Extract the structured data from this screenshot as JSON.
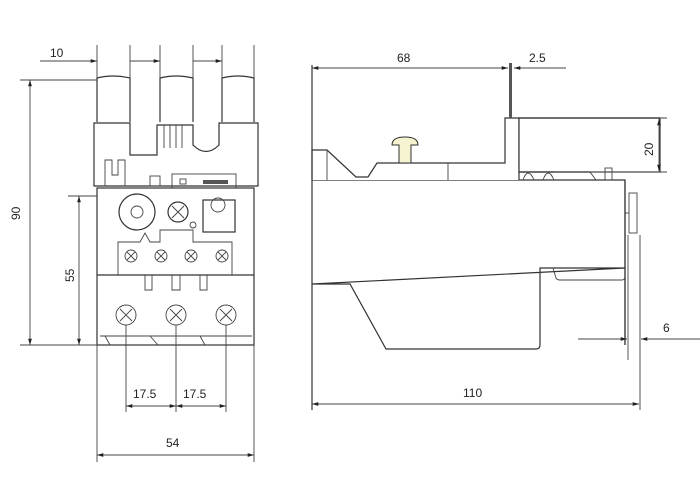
{
  "front_view": {
    "dim_pitch_top": "10",
    "dim_height_total": "90",
    "dim_height_lower": "55",
    "dim_pitch_left": "17.5",
    "dim_pitch_right": "17.5",
    "dim_width": "54"
  },
  "side_view": {
    "dim_depth_top": "68",
    "dim_rod": "2.5",
    "dim_step": "20",
    "dim_clip": "6",
    "dim_depth_total": "110"
  },
  "colors": {
    "line": "#333333",
    "button_fill": "#f6f3d0"
  }
}
